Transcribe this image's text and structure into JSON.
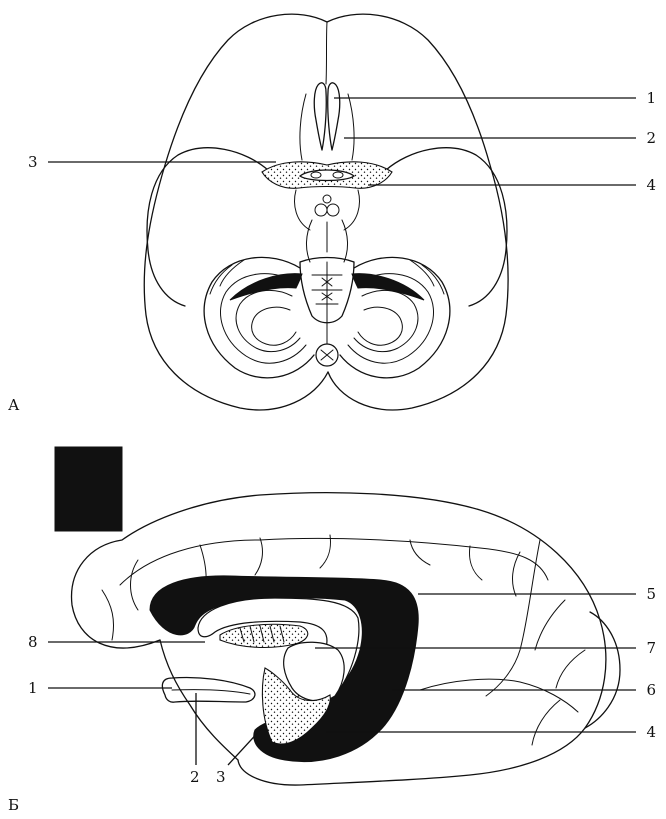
{
  "figure": {
    "panels": [
      {
        "id": "A",
        "label": "А"
      },
      {
        "id": "B",
        "label": "Б"
      }
    ],
    "panel_a_callouts": [
      "1",
      "2",
      "3",
      "4"
    ],
    "panel_b_callouts": [
      "1",
      "2",
      "3",
      "4",
      "5",
      "6",
      "7",
      "8"
    ],
    "colors": {
      "ink": "#111111",
      "paper": "#ffffff"
    }
  }
}
